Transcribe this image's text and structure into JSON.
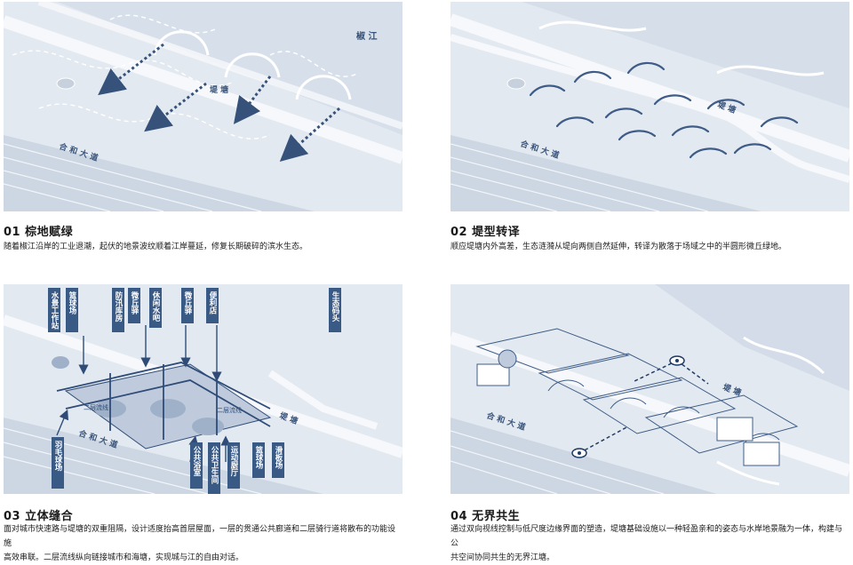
{
  "panels": [
    {
      "title": "01 棕地赋绿",
      "desc": "随着椒江沿岸的工业退潮，起伏的地景波纹顺着江岸蔓延，修复长期破碎的滨水生态。",
      "labels": {
        "river": "椒 江",
        "dike": "堤 塘",
        "road": "合 和 大 道"
      }
    },
    {
      "title": "02 堤型转译",
      "desc": "顺应堤塘内外高差，生态涟漪从堤向两侧自然延伸，转译为散落于场域之中的半圆形微丘绿地。",
      "labels": {
        "dike": "堤 塘",
        "road": "合 和 大 道"
      }
    },
    {
      "title": "03 立体缝合",
      "desc_lines": [
        "面对城市快速路与堤塘的双重阻隔，设计适度抬高首层屋面，一层的贯通公共廊道和二层骑行道将散布的功能设施",
        "高效串联。二层流线纵向链接城市和海塘，实现城与江的自由对话。"
      ],
      "labels": {
        "dike": "堤 塘",
        "road": "合 和 大 道",
        "flow_a": "二层流线",
        "flow_b": "二层流线",
        "top": [
          "水景工作站",
          "篮球场",
          "防汛库房",
          "微丘驿",
          "休闲水吧",
          "微丘驿",
          "便利店",
          "生态码头"
        ],
        "bottom": [
          "羽毛球场",
          "公共浴室",
          "公共卫生间",
          "运动厨厅",
          "篮球场",
          "滑板场"
        ]
      }
    },
    {
      "title": "04 无界共生",
      "desc_lines": [
        "通过双向视线控制与低尺度边缘界面的塑造，堤塘基础设施以一种轻盈亲和的姿态与水岸地景融为一体，构建与公",
        "共空间协同共生的无界江塘。"
      ],
      "labels": {
        "dike": "堤 塘",
        "road": "合 和 大 道"
      }
    }
  ],
  "colors": {
    "bg": "#e4eaf1",
    "ink": "#37527a",
    "road": "#cbd5e2",
    "dike": "#f4f7fa"
  }
}
